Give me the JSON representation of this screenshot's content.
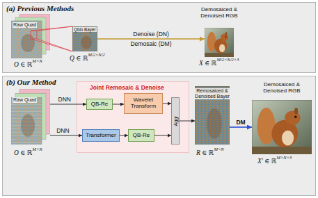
{
  "diagram": {
    "nodes": [
      {
        "text": [
          "(a) Previous Methods"
        ]
      },
      {
        "text": [
          "Raw Quad",
          "O ∈ ℝ",
          "M×N"
        ],
        "in": 0
      },
      {
        "text": [
          "Qbin Bayer",
          "Q ∈ ℝ",
          "M/2×N/2"
        ],
        "in": 0
      },
      {
        "text": [
          "Demosaiced & Denoised RGB",
          "X ∈ ℝ",
          "M/2×N/2×3"
        ],
        "in": 0
      },
      {
        "text": [
          "(b) Our Method"
        ]
      },
      {
        "text": [
          "Raw Quad",
          "O ∈ ℝ",
          "M×N"
        ],
        "in": 4
      },
      {
        "text": [
          "Joint Remosaic & Denoise"
        ],
        "in": 4
      },
      {
        "text": [
          "QB-Re"
        ],
        "in": 6
      },
      {
        "text": [
          "Wavelet Transform"
        ],
        "in": 6
      },
      {
        "text": [
          "Transformer"
        ],
        "in": 6
      },
      {
        "text": [
          "QB-Re"
        ],
        "in": 6
      },
      {
        "text": [
          "Aggr"
        ],
        "in": 6
      },
      {
        "text": [
          "Remosaiced & Denoised Bayer",
          "R ∈ ℝ",
          "M×N"
        ],
        "in": 4
      },
      {
        "text": [
          "Demosaiced & Denoised RGB",
          "X′ ∈ ℝ",
          "M×N×3"
        ],
        "in": 4
      }
    ],
    "edges": [
      {
        "from": 1,
        "to": 2,
        "arrow": "none"
      },
      {
        "from": 2,
        "to": 3,
        "arrow": "to",
        "label": "Denoise (DN)"
      },
      {
        "from": 5,
        "to": 7,
        "arrow": "to",
        "label": "DNN"
      },
      {
        "from": 5,
        "to": 9,
        "arrow": "to",
        "label": "DNN"
      },
      {
        "from": 7,
        "to": 8,
        "arrow": "to"
      },
      {
        "from": 9,
        "to": 10,
        "arrow": "to"
      },
      {
        "from": 8,
        "to": 11,
        "arrow": "to"
      },
      {
        "from": 10,
        "to": 11,
        "arrow": "to"
      },
      {
        "from": 11,
        "to": 12,
        "arrow": "to"
      },
      {
        "from": 12,
        "to": 13,
        "arrow": "to",
        "label": "DM"
      }
    ],
    "labels": [
      "Demosaic (DM)"
    ]
  }
}
